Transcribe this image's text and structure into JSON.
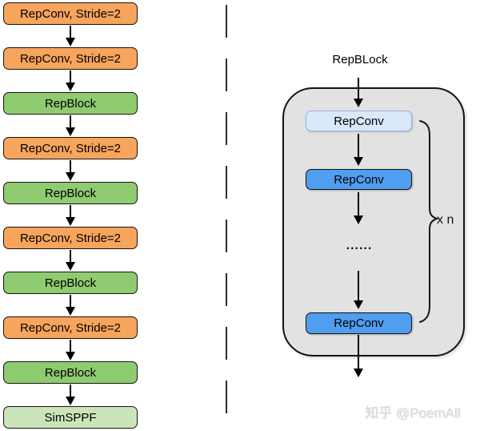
{
  "left_flow": {
    "nodes": [
      {
        "label": "RepConv, Stride=2",
        "type": "conv"
      },
      {
        "label": "RepConv, Stride=2",
        "type": "conv"
      },
      {
        "label": "RepBlock",
        "type": "block"
      },
      {
        "label": "RepConv, Stride=2",
        "type": "conv"
      },
      {
        "label": "RepBlock",
        "type": "block"
      },
      {
        "label": "RepConv, Stride=2",
        "type": "conv"
      },
      {
        "label": "RepBlock",
        "type": "block"
      },
      {
        "label": "RepConv, Stride=2",
        "type": "conv"
      },
      {
        "label": "RepBlock",
        "type": "block"
      },
      {
        "label": "SimSPPF",
        "type": "sppf"
      }
    ]
  },
  "rep_block_detail": {
    "title": "RepBLock",
    "nodes": [
      {
        "label": "RepConv",
        "type": "light"
      },
      {
        "label": "RepConv",
        "type": "dark"
      },
      {
        "label": "......",
        "type": "dots"
      },
      {
        "label": "RepConv",
        "type": "dark"
      }
    ],
    "repeat_label": "x n"
  },
  "watermark": "知乎 @PoemAll",
  "colors": {
    "conv_fill": "#F7A45C",
    "block_fill": "#8FCB70",
    "sppf_fill": "#CBE5BA",
    "light_blue_fill": "#DAE8FC",
    "light_blue_border": "#9CB3D9",
    "blue_fill": "#4F9EF0",
    "container_fill": "#E2E2E2",
    "line": "#000000",
    "watermark_gray": "#d9d9d9"
  }
}
